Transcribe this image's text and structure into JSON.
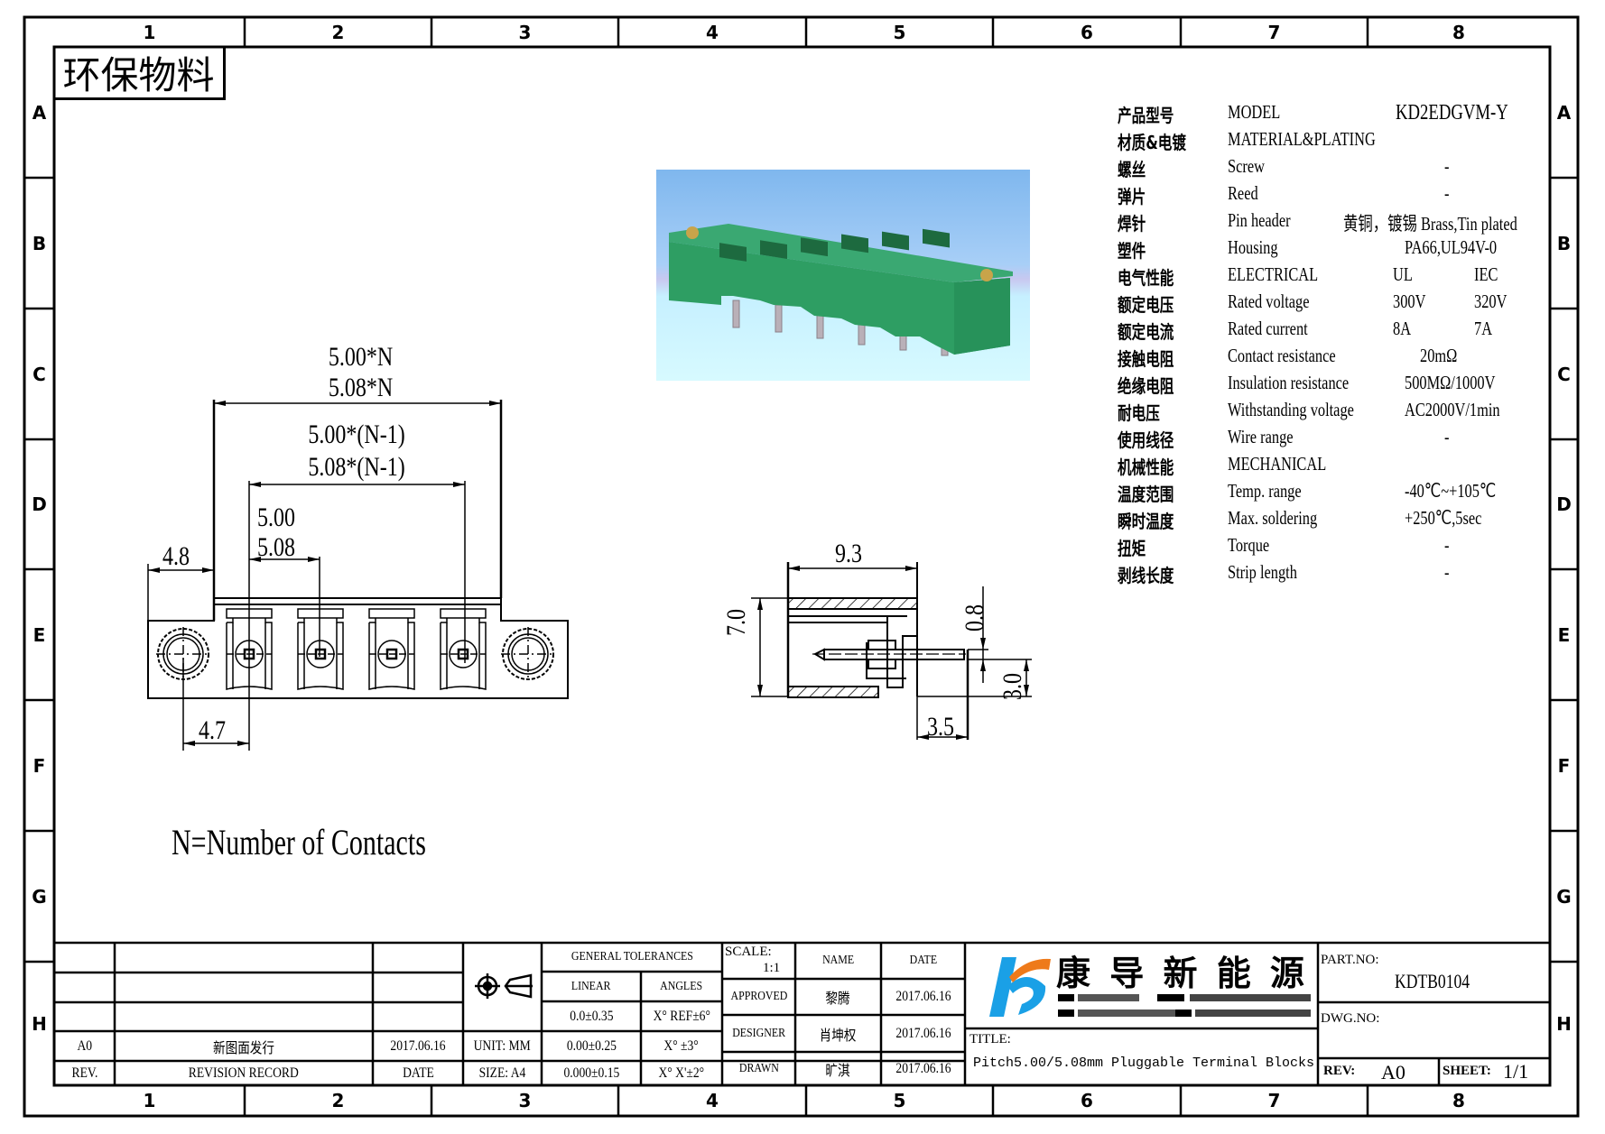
{
  "frame": {
    "columns": [
      "1",
      "2",
      "3",
      "4",
      "5",
      "6",
      "7",
      "8"
    ],
    "rows": [
      "A",
      "B",
      "C",
      "D",
      "E",
      "F",
      "G",
      "H"
    ]
  },
  "eco_label": "环保物料",
  "specs": {
    "model": {
      "cn": "产品型号",
      "en": "MODEL",
      "value": "KD2EDGVM-Y"
    },
    "rows": [
      {
        "cn": "材质&电镀",
        "en": "MATERIAL&PLATING",
        "v1": "",
        "v2": ""
      },
      {
        "cn": "螺丝",
        "en": "Screw",
        "v1": "-",
        "v2": ""
      },
      {
        "cn": "弹片",
        "en": "Reed",
        "v1": "-",
        "v2": ""
      },
      {
        "cn": "焊针",
        "en": "Pin header",
        "v1": "黄铜，镀锡 Brass,Tin plated",
        "v2": ""
      },
      {
        "cn": "塑件",
        "en": "Housing",
        "v1": "PA66,UL94V-0",
        "v2": ""
      },
      {
        "cn": "电气性能",
        "en": "ELECTRICAL",
        "v1": "UL",
        "v2": "IEC"
      },
      {
        "cn": "额定电压",
        "en": "Rated voltage",
        "v1": "300V",
        "v2": "320V"
      },
      {
        "cn": "额定电流",
        "en": "Rated current",
        "v1": "8A",
        "v2": "7A"
      },
      {
        "cn": "接触电阻",
        "en": "Contact resistance",
        "v1": "20mΩ",
        "v2": ""
      },
      {
        "cn": "绝缘电阻",
        "en": "Insulation resistance",
        "v1": "500MΩ/1000V",
        "v2": ""
      },
      {
        "cn": "耐电压",
        "en": "Withstanding voltage",
        "v1": "AC2000V/1min",
        "v2": ""
      },
      {
        "cn": "使用线径",
        "en": "Wire range",
        "v1": "-",
        "v2": ""
      },
      {
        "cn": "机械性能",
        "en": "MECHANICAL",
        "v1": "",
        "v2": ""
      },
      {
        "cn": "温度范围",
        "en": "Temp. range",
        "v1": "-40℃~+105℃",
        "v2": ""
      },
      {
        "cn": "瞬时温度",
        "en": "Max. soldering",
        "v1": "+250℃,5sec",
        "v2": ""
      },
      {
        "cn": "扭矩",
        "en": "Torque",
        "v1": "-",
        "v2": ""
      },
      {
        "cn": "剥线长度",
        "en": "Strip length",
        "v1": "-",
        "v2": ""
      }
    ]
  },
  "front_view": {
    "dim_total_a": "5.00*N",
    "dim_total_b": "5.08*N",
    "dim_span_a": "5.00*(N-1)",
    "dim_span_b": "5.08*(N-1)",
    "dim_pitch_a": "5.00",
    "dim_pitch_b": "5.08",
    "dim_edge": "4.8",
    "dim_flange": "4.7",
    "contacts_drawn": 4
  },
  "side_view": {
    "dim_depth": "9.3",
    "dim_height": "7.0",
    "dim_pin": "0.8",
    "dim_pin_height": "3.0",
    "dim_pin_length": "3.5"
  },
  "note": "N=Number of Contacts",
  "title_block": {
    "revision": {
      "rev": "A0",
      "record": "新图面发行",
      "date": "2017.06.16"
    },
    "revision_headers": {
      "rev": "REV.",
      "record": "REVISION RECORD",
      "date": "DATE"
    },
    "unit": "UNIT: MM",
    "size": "SIZE: A4",
    "tolerances": {
      "title": "GENERAL TOLERANCES",
      "linear_label": "LINEAR",
      "angles_label": "ANGLES",
      "linear": [
        "0.0±0.35",
        "0.00±0.25",
        "0.000±0.15"
      ],
      "angles": [
        "X° REF±6°",
        "X° ±3°",
        "X° X'±2°"
      ]
    },
    "scale_label": "SCALE:",
    "scale_value": "1:1",
    "name_header": "NAME",
    "date_header": "DATE",
    "signoff": [
      {
        "role": "APPROVED",
        "name": "黎腾",
        "date": "2017.06.16"
      },
      {
        "role": "DESIGNER",
        "name": "肖坤权",
        "date": "2017.06.16"
      },
      {
        "role": "DRAWN",
        "name": "旷淇",
        "date": "2017.06.16"
      }
    ],
    "company": "康 导 新 能 源",
    "title_label": "TITLE:",
    "title": "Pitch5.00/5.08mm Pluggable Terminal Blocks",
    "part_no_label": "PART.NO:",
    "part_no": "KDTB0104",
    "dwg_no_label": "DWG.NO:",
    "rev_label": "REV:",
    "rev_value": "A0",
    "sheet_label": "SHEET:",
    "sheet_value": "1/1"
  },
  "colors": {
    "housing_green": "#2e9e63",
    "photo_sky": "#9cc8f4",
    "logo_blue": "#1aa0e6",
    "logo_orange": "#ee7a1a"
  }
}
